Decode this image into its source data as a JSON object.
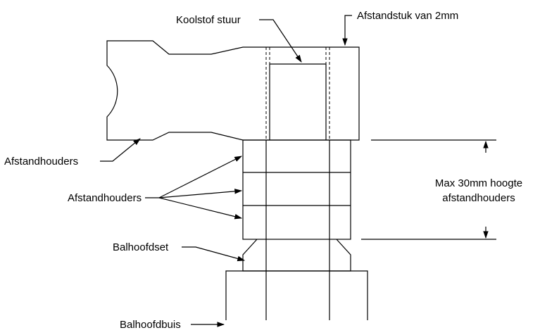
{
  "labels": {
    "koolstof_stuur": "Koolstof stuur",
    "afstandstuk": "Afstandstuk van 2mm",
    "afstandhouders_top": "Afstandhouders",
    "afstandhouders_mid": "Afstandhouders",
    "max_height_line1": "Max 30mm hoogte",
    "max_height_line2": "afstandhouders",
    "balhoofdset": "Balhoofdset",
    "balhoofdbuis": "Balhoofdbuis"
  }
}
